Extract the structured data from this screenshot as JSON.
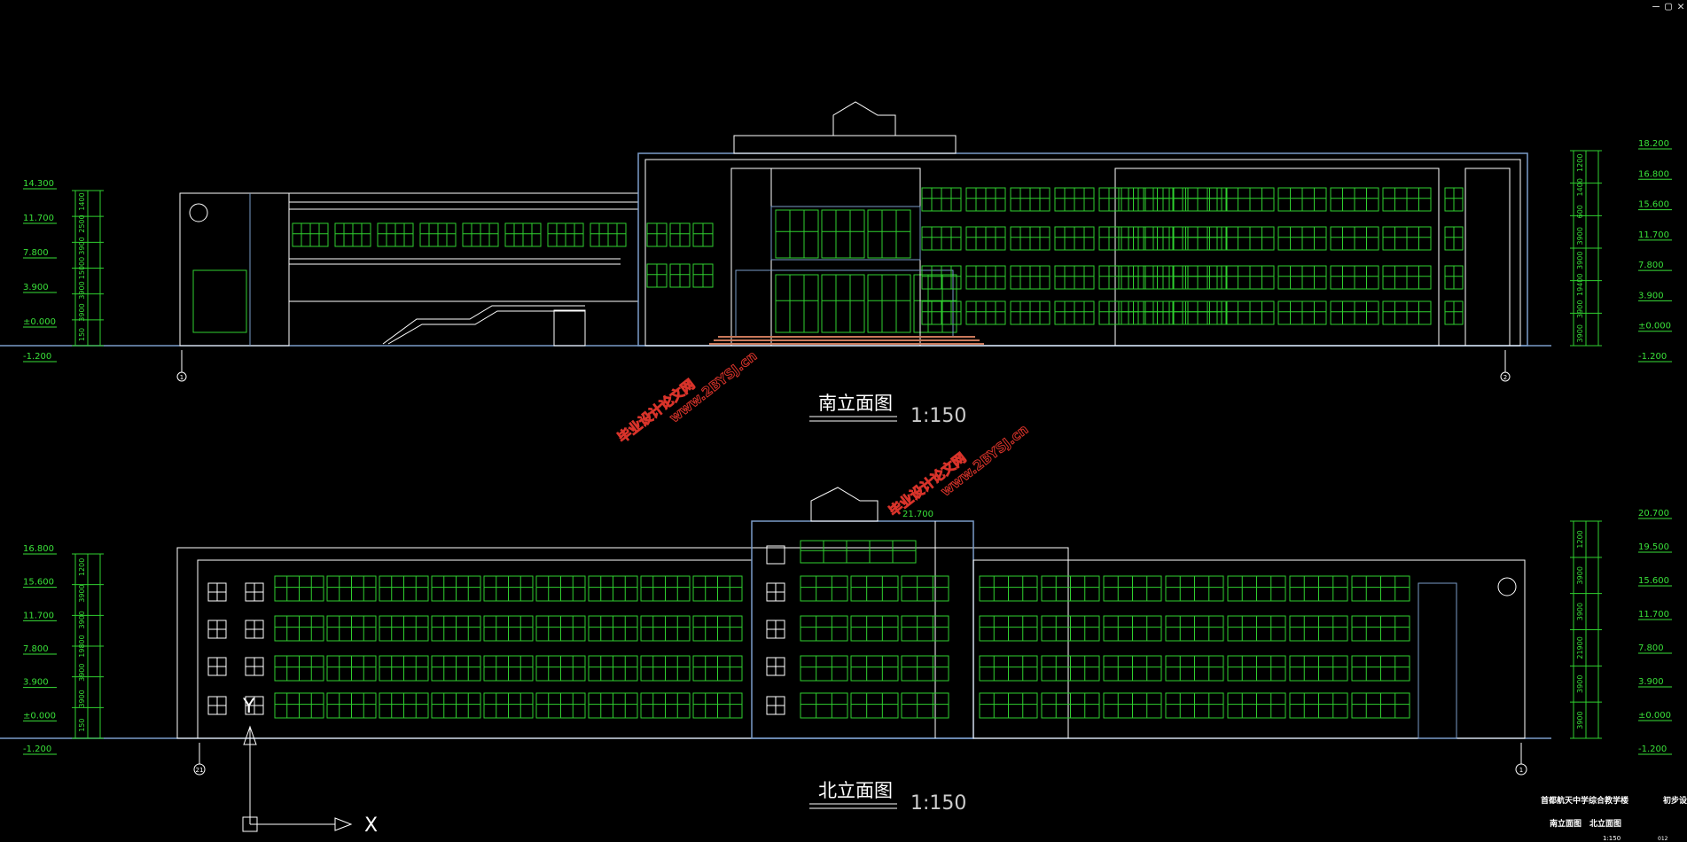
{
  "window": {
    "controls": [
      "–",
      "▢",
      "✕"
    ]
  },
  "south_elevation": {
    "title": "南立面图",
    "scale": "1:150",
    "left_levels": [
      "14.300",
      "11.700",
      "7.800",
      "3.900",
      "±0.000",
      "-1.200"
    ],
    "left_dims": [
      "1400",
      "2500",
      "3900",
      "15000",
      "3900",
      "3900",
      "150"
    ],
    "right_levels": [
      "18.200",
      "16.800",
      "15.600",
      "11.700",
      "7.800",
      "3.900",
      "±0.000",
      "-1.200"
    ],
    "right_dims": [
      "1200",
      "1400",
      "600",
      "3900",
      "3900",
      "19400",
      "3900",
      "3900"
    ],
    "axis_left": "1",
    "axis_right": "2"
  },
  "north_elevation": {
    "title": "北立面图",
    "scale": "1:150",
    "roof_level": "21.700",
    "left_levels": [
      "16.800",
      "15.600",
      "11.700",
      "7.800",
      "3.900",
      "±0.000",
      "-1.200"
    ],
    "left_dims": [
      "1200",
      "3900",
      "3900",
      "19800",
      "3900",
      "3900",
      "150"
    ],
    "right_levels": [
      "20.700",
      "19.500",
      "15.600",
      "11.700",
      "7.800",
      "3.900",
      "±0.000",
      "-1.200"
    ],
    "right_dims": [
      "1200",
      "3900",
      "3900",
      "21900",
      "3900",
      "3900"
    ],
    "axis_left": "21",
    "axis_right": "1"
  },
  "watermark": {
    "line1": "毕业设计论文网",
    "line2": "www.2BYSJ.cn"
  },
  "ucs": {
    "x_label": "X",
    "y_label": "Y"
  },
  "title_block": {
    "project": "首都航天中学综合教学楼",
    "stage": "初步设计",
    "sheet": "南立面图　北立面图",
    "scale": "1:150",
    "num": "012"
  },
  "colors": {
    "background": "#000000",
    "lines": "#ffffff",
    "windows": "#2fd02f",
    "dims": "#39e039",
    "axis": "#7a9cc9",
    "watermark": "#d8332a",
    "steps": "#c8785a"
  }
}
